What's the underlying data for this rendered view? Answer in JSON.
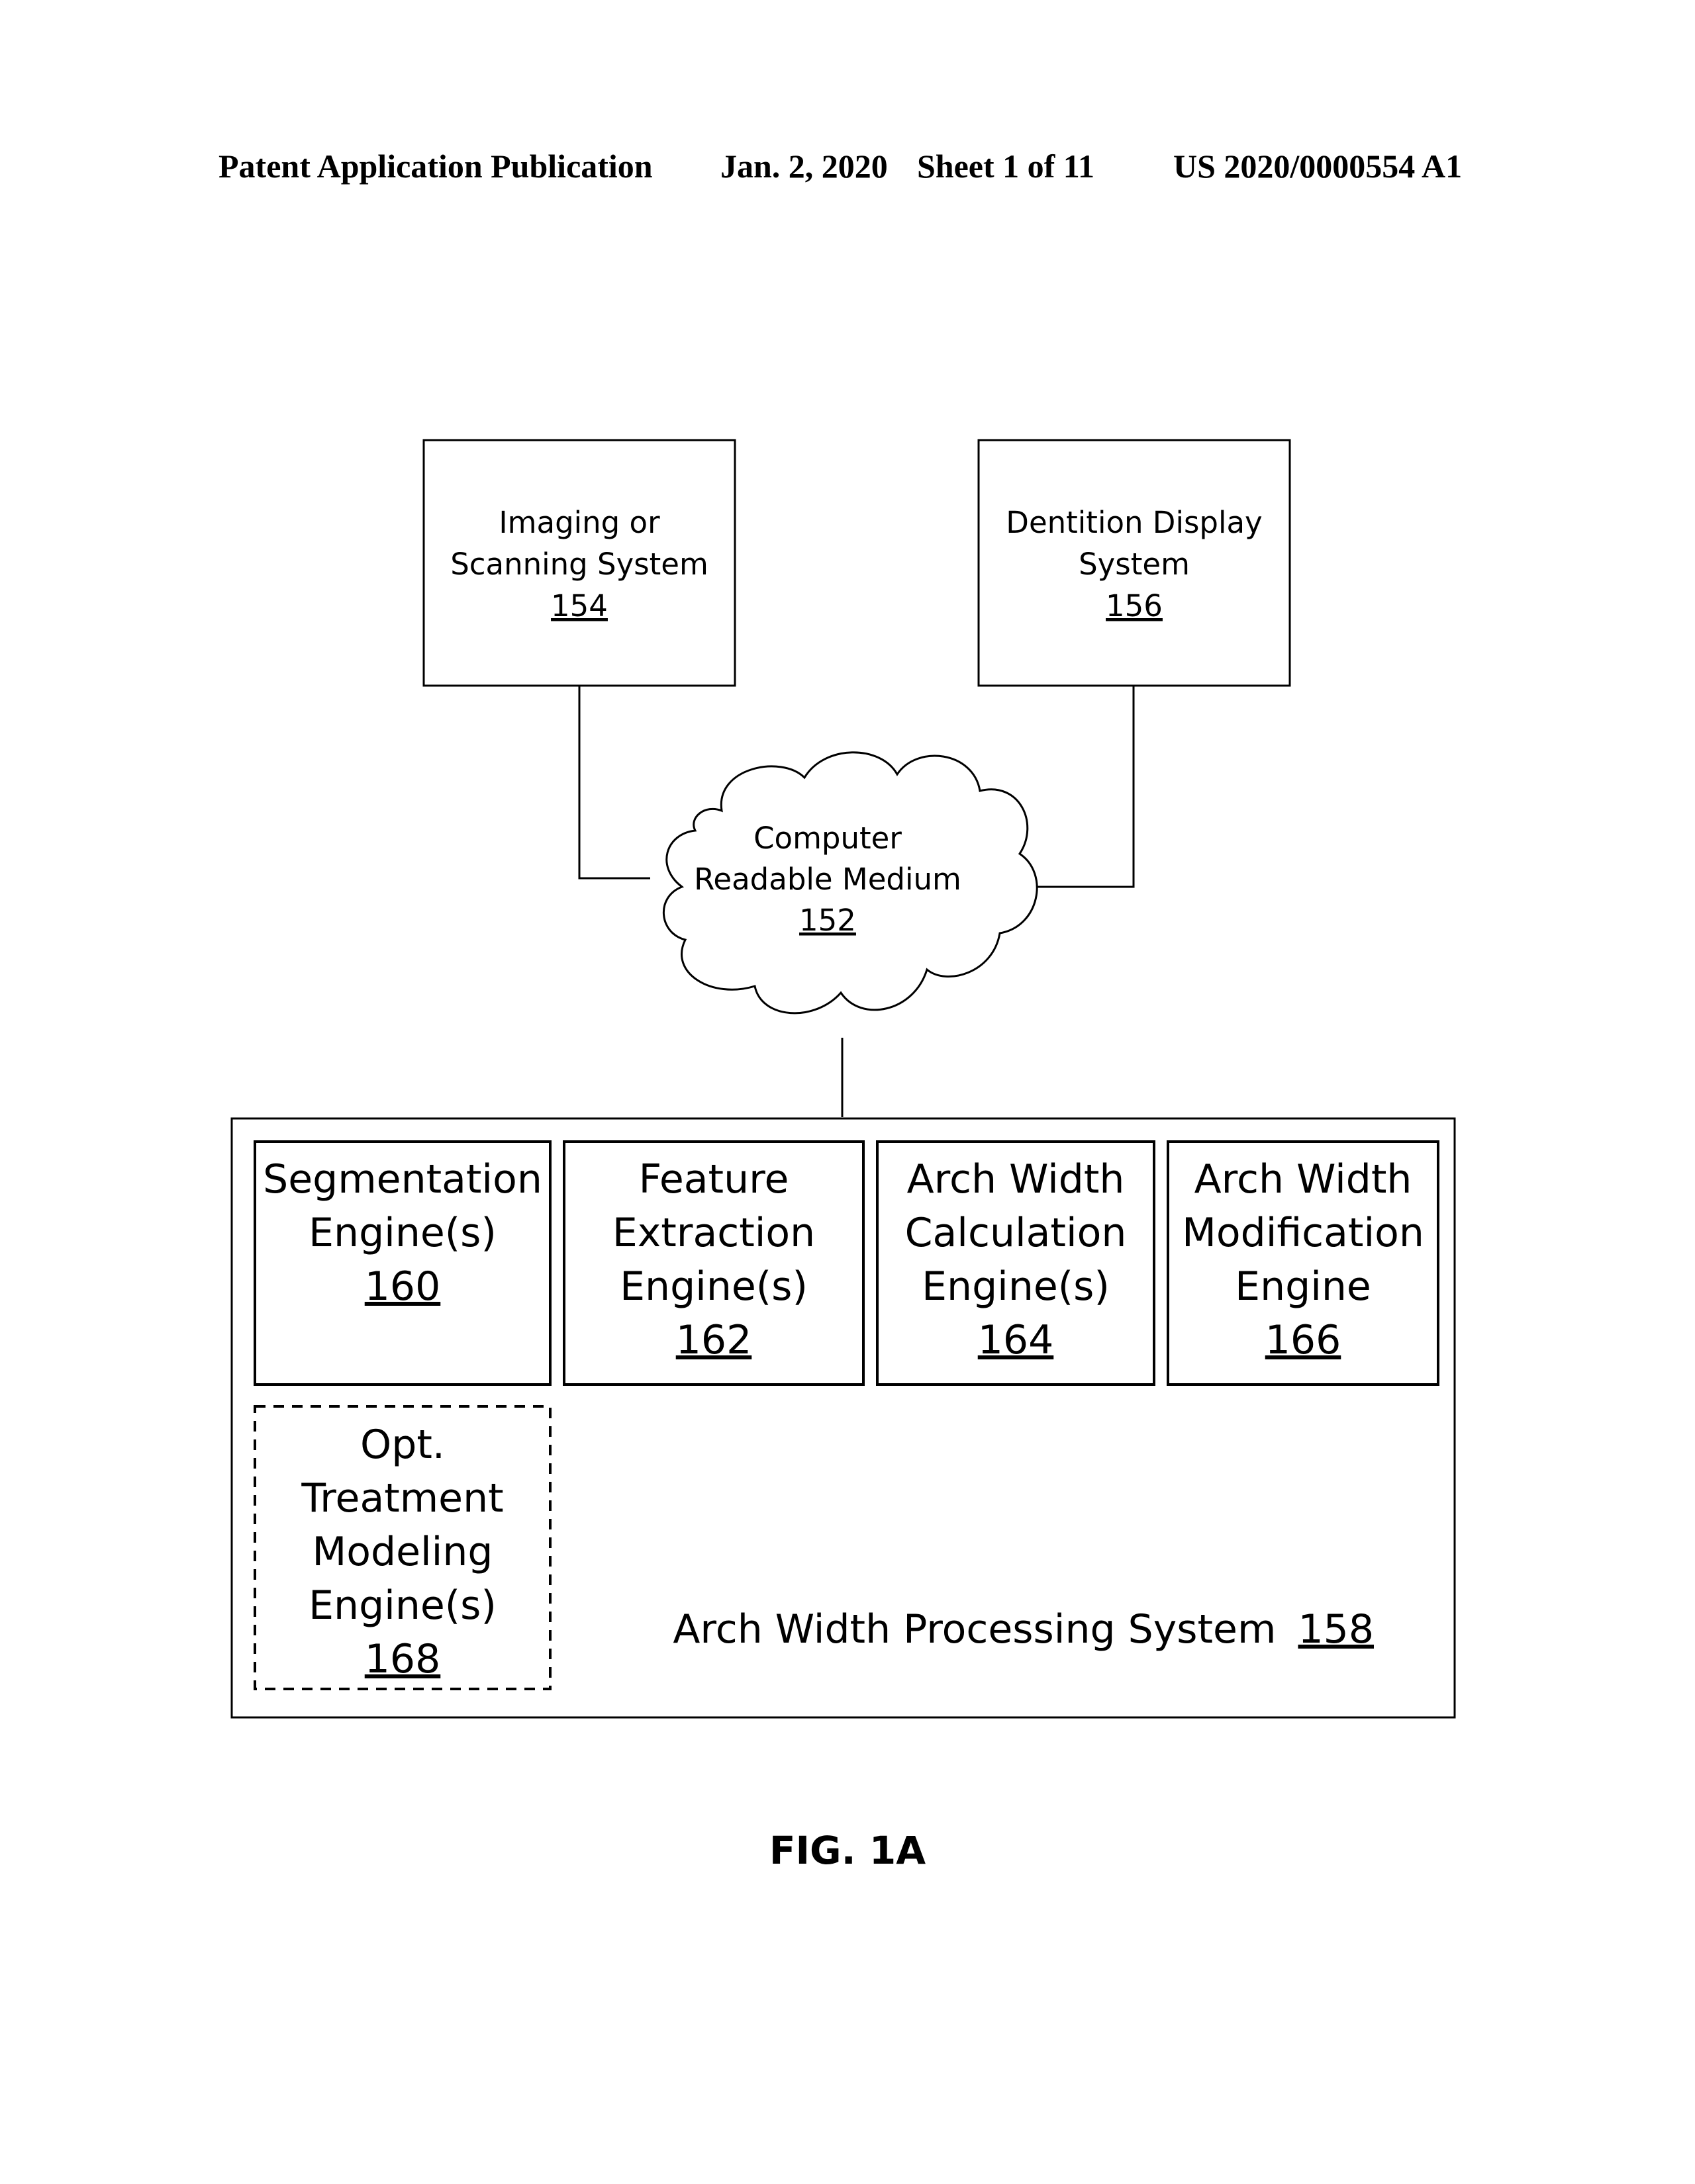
{
  "header": {
    "publication": "Patent Application Publication",
    "date": "Jan. 2, 2020",
    "sheet": "Sheet 1 of 11",
    "number": "US 2020/0000554 A1"
  },
  "nodes": {
    "imaging": {
      "line1": "Imaging or",
      "line2": "Scanning System",
      "ref": "154"
    },
    "display": {
      "line1": "Dentition Display",
      "line2": "System",
      "ref": "156"
    },
    "medium": {
      "line1": "Computer",
      "line2": "Readable Medium",
      "ref": "152"
    },
    "segmentation": {
      "line1": "Segmentation",
      "line2": "Engine(s)",
      "ref": "160"
    },
    "feature": {
      "line1": "Feature",
      "line2": "Extraction",
      "line3": "Engine(s)",
      "ref": "162"
    },
    "calculation": {
      "line1": "Arch Width",
      "line2": "Calculation",
      "line3": "Engine(s)",
      "ref": "164"
    },
    "modification": {
      "line1": "Arch Width",
      "line2": "Modification",
      "line3": "Engine",
      "ref": "166"
    },
    "treatment": {
      "line1": "Opt.",
      "line2": "Treatment",
      "line3": "Modeling",
      "line4": "Engine(s)",
      "ref": "168"
    },
    "system": {
      "label": "Arch Width Processing System",
      "ref": "158"
    }
  },
  "figure_label": "FIG. 1A"
}
